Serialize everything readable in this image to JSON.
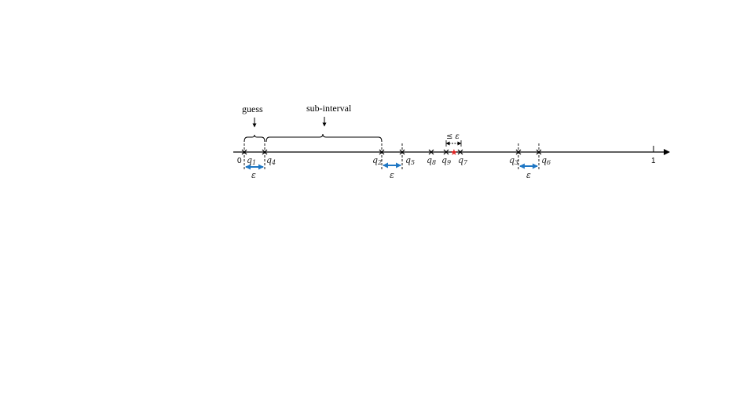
{
  "labels": {
    "guess": "guess",
    "sub_interval": "sub-interval",
    "zero": "0",
    "one": "1",
    "epsilon": "ε",
    "le_epsilon": "≤ ε"
  },
  "queries": [
    {
      "name": "q",
      "sub": "1"
    },
    {
      "name": "q",
      "sub": "4"
    },
    {
      "name": "q",
      "sub": "2"
    },
    {
      "name": "q",
      "sub": "5"
    },
    {
      "name": "q",
      "sub": "8"
    },
    {
      "name": "q",
      "sub": "9"
    },
    {
      "name": "q",
      "sub": "7"
    },
    {
      "name": "q",
      "sub": "3"
    },
    {
      "name": "q",
      "sub": "6"
    }
  ],
  "colors": {
    "axis": "#000000",
    "epsilon_arrow": "#1f77c4",
    "target_star": "#e02020"
  }
}
